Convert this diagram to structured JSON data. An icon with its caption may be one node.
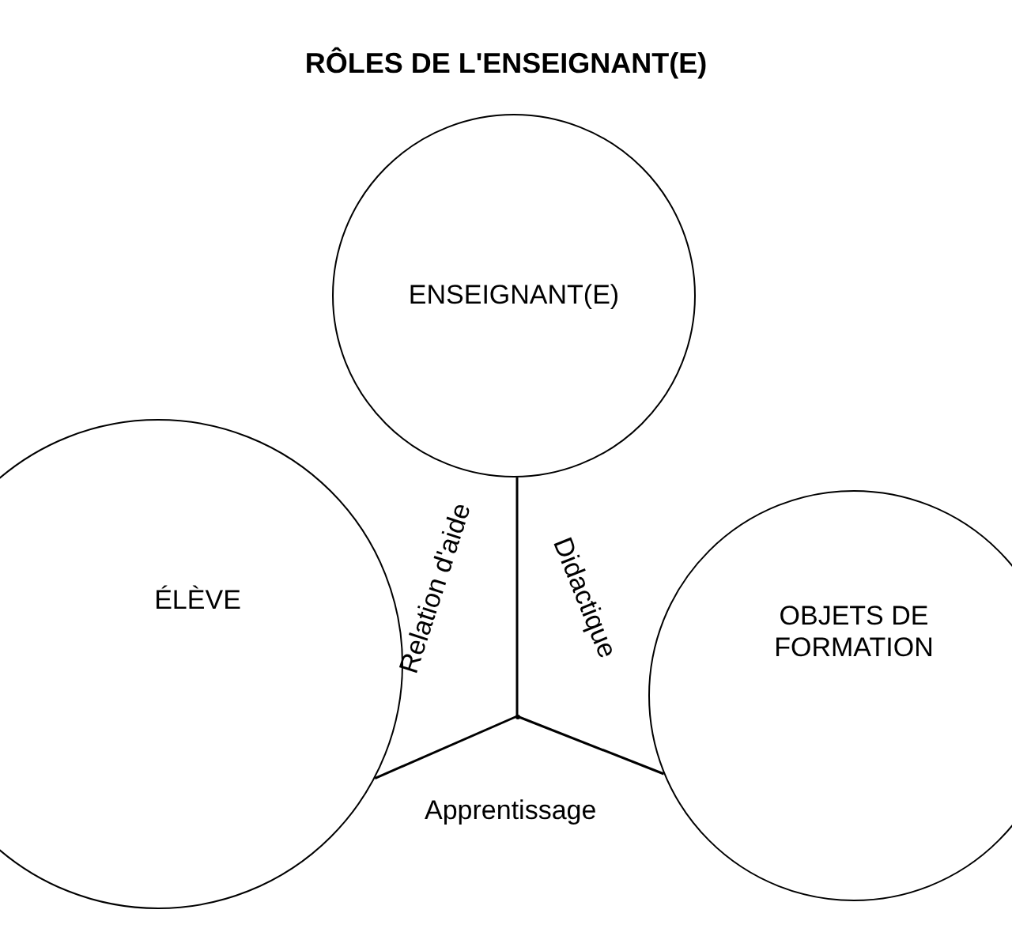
{
  "diagram": {
    "title": "RÔLES DE L'ENSEIGNANT(E)",
    "nodes": [
      {
        "text": [
          "ENSEIGNANT(E)"
        ]
      },
      {
        "text": [
          "ÉLÈVE"
        ]
      },
      {
        "text": [
          "OBJETS DE FORMATION"
        ]
      },
      {
        "text": [],
        "shape": "point"
      }
    ],
    "edges": [
      {
        "from": 0,
        "to": 3,
        "arrow": "none"
      },
      {
        "from": 1,
        "to": 3,
        "arrow": "none"
      },
      {
        "from": 2,
        "to": 3,
        "arrow": "none"
      }
    ],
    "labels": [
      "Relation d'aide",
      "Didactique",
      "Apprentissage"
    ]
  }
}
